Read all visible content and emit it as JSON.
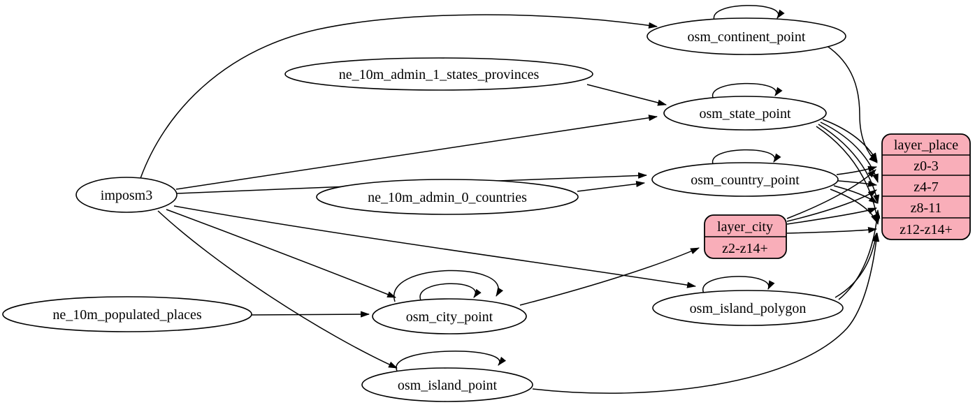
{
  "diagram": {
    "type": "etl-dependency-graph",
    "colors": {
      "background": "#ffffff",
      "node_fill": "#ffffff",
      "record_fill": "#f9aeb9",
      "stroke": "#000000"
    },
    "nodes": {
      "imposm3": {
        "label": "imposm3",
        "shape": "ellipse"
      },
      "ne_10m_admin_1_states_provinces": {
        "label": "ne_10m_admin_1_states_provinces",
        "shape": "ellipse"
      },
      "ne_10m_admin_0_countries": {
        "label": "ne_10m_admin_0_countries",
        "shape": "ellipse"
      },
      "ne_10m_populated_places": {
        "label": "ne_10m_populated_places",
        "shape": "ellipse"
      },
      "osm_continent_point": {
        "label": "osm_continent_point",
        "shape": "ellipse"
      },
      "osm_state_point": {
        "label": "osm_state_point",
        "shape": "ellipse"
      },
      "osm_country_point": {
        "label": "osm_country_point",
        "shape": "ellipse"
      },
      "osm_city_point": {
        "label": "osm_city_point",
        "shape": "ellipse"
      },
      "osm_island_polygon": {
        "label": "osm_island_polygon",
        "shape": "ellipse"
      },
      "osm_island_point": {
        "label": "osm_island_point",
        "shape": "ellipse"
      },
      "layer_city": {
        "header": "layer_city",
        "rows": [
          "z2-z14+"
        ],
        "shape": "record"
      },
      "layer_place": {
        "header": "layer_place",
        "rows": [
          "z0-3",
          "z4-7",
          "z8-11",
          "z12-z14+"
        ],
        "shape": "record"
      }
    },
    "edges": [
      {
        "from": "imposm3",
        "to": "osm_continent_point"
      },
      {
        "from": "imposm3",
        "to": "osm_state_point"
      },
      {
        "from": "imposm3",
        "to": "osm_country_point"
      },
      {
        "from": "imposm3",
        "to": "osm_city_point"
      },
      {
        "from": "imposm3",
        "to": "osm_island_polygon"
      },
      {
        "from": "imposm3",
        "to": "osm_island_point"
      },
      {
        "from": "ne_10m_admin_1_states_provinces",
        "to": "osm_state_point"
      },
      {
        "from": "ne_10m_admin_0_countries",
        "to": "osm_country_point"
      },
      {
        "from": "ne_10m_populated_places",
        "to": "osm_city_point"
      },
      {
        "from": "osm_continent_point",
        "to": "osm_continent_point"
      },
      {
        "from": "osm_state_point",
        "to": "osm_state_point"
      },
      {
        "from": "osm_country_point",
        "to": "osm_country_point"
      },
      {
        "from": "osm_city_point",
        "to": "osm_city_point"
      },
      {
        "from": "osm_city_point",
        "to": "osm_city_point"
      },
      {
        "from": "osm_island_polygon",
        "to": "osm_island_polygon"
      },
      {
        "from": "osm_island_point",
        "to": "osm_island_point"
      },
      {
        "from": "osm_continent_point",
        "to": "layer_place.z0-3"
      },
      {
        "from": "osm_state_point",
        "to": "layer_place.z0-3"
      },
      {
        "from": "osm_state_point",
        "to": "layer_place.z4-7"
      },
      {
        "from": "osm_state_point",
        "to": "layer_place.z8-11"
      },
      {
        "from": "osm_state_point",
        "to": "layer_place.z12-z14+"
      },
      {
        "from": "osm_country_point",
        "to": "layer_place.z0-3"
      },
      {
        "from": "osm_country_point",
        "to": "layer_place.z4-7"
      },
      {
        "from": "osm_country_point",
        "to": "layer_place.z8-11"
      },
      {
        "from": "osm_country_point",
        "to": "layer_place.z12-z14+"
      },
      {
        "from": "osm_city_point",
        "to": "layer_city.z2-z14+"
      },
      {
        "from": "layer_city",
        "to": "layer_place.z0-3"
      },
      {
        "from": "layer_city",
        "to": "layer_place.z4-7"
      },
      {
        "from": "layer_city",
        "to": "layer_place.z8-11"
      },
      {
        "from": "layer_city",
        "to": "layer_place.z12-z14+"
      },
      {
        "from": "osm_island_polygon",
        "to": "layer_place.z8-11"
      },
      {
        "from": "osm_island_polygon",
        "to": "layer_place.z12-z14+"
      },
      {
        "from": "osm_island_point",
        "to": "layer_place.z12-z14+"
      }
    ]
  }
}
